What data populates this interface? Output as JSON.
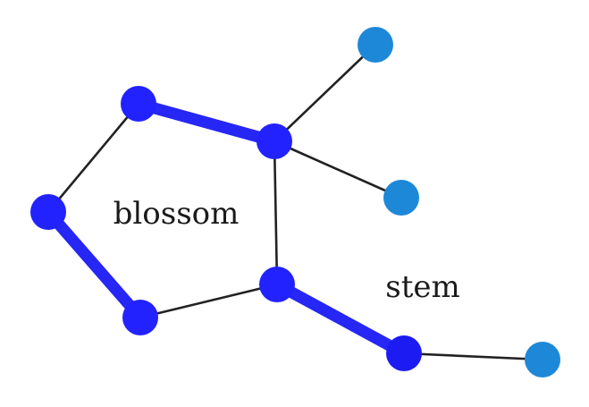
{
  "labels": {
    "blossom": "blossom",
    "stem": "stem"
  },
  "colors": {
    "blossom_node": "#2222ff",
    "stem_node": "#1b1bf2",
    "leaf_node": "#1e88d8",
    "matched_edge": "#2626f5",
    "plain_edge": "#222222"
  },
  "graph": {
    "nodes": [
      {
        "id": "b-top",
        "group": "blossom"
      },
      {
        "id": "b-left",
        "group": "blossom"
      },
      {
        "id": "b-bottom",
        "group": "blossom"
      },
      {
        "id": "b-hub",
        "group": "blossom"
      },
      {
        "id": "b-base",
        "group": "blossom"
      },
      {
        "id": "s-mid",
        "group": "stem"
      },
      {
        "id": "leaf-top",
        "group": "leaf"
      },
      {
        "id": "leaf-right",
        "group": "leaf"
      },
      {
        "id": "leaf-end",
        "group": "leaf"
      }
    ],
    "edges": [
      {
        "from": "b-top",
        "to": "b-hub",
        "matched": true
      },
      {
        "from": "b-left",
        "to": "b-bottom",
        "matched": true
      },
      {
        "from": "b-base",
        "to": "s-mid",
        "matched": true
      },
      {
        "from": "b-top",
        "to": "b-left",
        "matched": false
      },
      {
        "from": "b-bottom",
        "to": "b-base",
        "matched": false
      },
      {
        "from": "b-hub",
        "to": "b-base",
        "matched": false
      },
      {
        "from": "b-hub",
        "to": "leaf-top",
        "matched": false
      },
      {
        "from": "b-hub",
        "to": "leaf-right",
        "matched": false
      },
      {
        "from": "s-mid",
        "to": "leaf-end",
        "matched": false
      }
    ]
  }
}
